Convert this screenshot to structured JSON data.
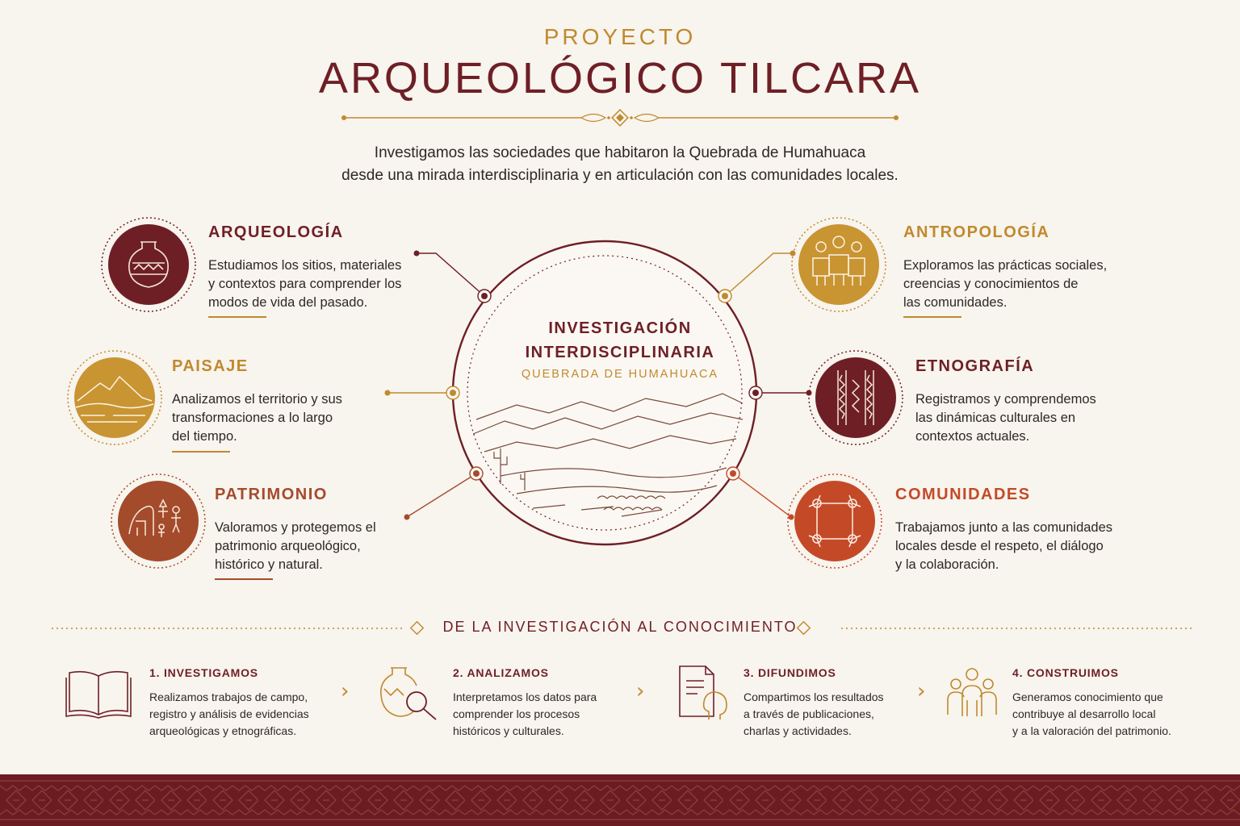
{
  "header": {
    "kicker": "PROYECTO",
    "title": "ARQUEOLÓGICO TILCARA",
    "lede_line1": "Investigamos las sociedades que habitaron la Quebrada de Humahuaca",
    "lede_line2": "desde una mirada interdisciplinaria y en articulación con las comunidades locales."
  },
  "hub": {
    "title_line1": "INVESTIGACIÓN",
    "title_line2": "INTERDISCIPLINARIA",
    "subtitle": "QUEBRADA DE HUMAHUACA"
  },
  "colors": {
    "wine": "#6e1f26",
    "ochre": "#c08a2e",
    "rust": "#a44b2c",
    "terracotta": "#c44a27",
    "background": "#f8f4ee"
  },
  "nodes": [
    {
      "key": "arqueologia",
      "title": "ARQUEOLOGÍA",
      "lines": [
        "Estudiamos los sitios, materiales",
        "y contextos para comprender los",
        "modos de vida del pasado."
      ],
      "icon": "ceramic-vessel-icon",
      "color": "#6e1f26"
    },
    {
      "key": "paisaje",
      "title": "PAISAJE",
      "lines": [
        "Analizamos el territorio y sus",
        "transformaciones a lo largo",
        "del tiempo."
      ],
      "icon": "mountain-landscape-icon",
      "color": "#c08a2e"
    },
    {
      "key": "patrimonio",
      "title": "PATRIMONIO",
      "lines": [
        "Valoramos y protegemos el",
        "patrimonio arqueológico,",
        "histórico y natural."
      ],
      "icon": "rock-art-icon",
      "color": "#a44b2c"
    },
    {
      "key": "antropologia",
      "title": "ANTROPOLOGÍA",
      "lines": [
        "Exploramos las prácticas sociales,",
        "creencias y conocimientos de",
        "las comunidades."
      ],
      "icon": "people-group-icon",
      "color": "#c08a2e"
    },
    {
      "key": "etnografia",
      "title": "ETNOGRAFÍA",
      "lines": [
        "Registramos y comprendemos",
        "las dinámicas culturales en",
        "contextos actuales."
      ],
      "icon": "textile-pattern-icon",
      "color": "#6e1f26"
    },
    {
      "key": "comunidades",
      "title": "COMUNIDADES",
      "lines": [
        "Trabajamos junto a las comunidades",
        "locales desde el respeto, el diálogo",
        "y la colaboración."
      ],
      "icon": "joined-hands-icon",
      "color": "#c44a27"
    }
  ],
  "process": {
    "title": "DE LA INVESTIGACIÓN AL CONOCIMIENTO",
    "steps": [
      {
        "title": "1. INVESTIGAMOS",
        "lines": [
          "Realizamos trabajos de campo,",
          "registro y análisis de evidencias",
          "arqueológicas y etnográficas."
        ],
        "icon": "open-book-icon"
      },
      {
        "title": "2. ANALIZAMOS",
        "lines": [
          "Interpretamos los datos para",
          "comprender los procesos",
          "históricos y culturales."
        ],
        "icon": "vessel-magnifier-icon"
      },
      {
        "title": "3. DIFUNDIMOS",
        "lines": [
          "Compartimos los resultados",
          "a través de publicaciones,",
          "charlas y actividades."
        ],
        "icon": "document-profile-icon"
      },
      {
        "title": "4. CONSTRUIMOS",
        "lines": [
          "Generamos conocimiento que",
          "contribuye al desarrollo local",
          "y a la valoración del patrimonio."
        ],
        "icon": "community-group-icon"
      }
    ],
    "arrow_glyph": "›"
  }
}
